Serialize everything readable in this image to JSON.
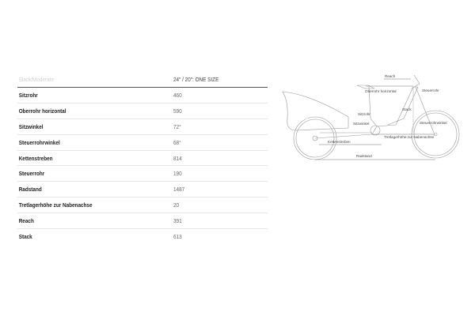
{
  "table": {
    "header": {
      "label": "Slack/Moderate",
      "value": "24\" / 20\": ONE SIZE"
    },
    "rows": [
      {
        "label": "Sitzrohr",
        "value": "460"
      },
      {
        "label": "Oberrohr horizontal",
        "value": "590"
      },
      {
        "label": "Sitzwinkel",
        "value": "72°"
      },
      {
        "label": "Steuerrohrwinkel",
        "value": "68°"
      },
      {
        "label": "Kettenstreben",
        "value": "814"
      },
      {
        "label": "Steuerrohr",
        "value": "190"
      },
      {
        "label": "Radstand",
        "value": "1487"
      },
      {
        "label": "Tretlagerhöhe zur Nabenachse",
        "value": "20"
      },
      {
        "label": "Reach",
        "value": "391"
      },
      {
        "label": "Stack",
        "value": "613"
      }
    ]
  },
  "diagram": {
    "labels": {
      "reach": "Reach",
      "oberrohr": "Oberrohr horizontal",
      "steuerrohr": "Steuerrohr",
      "stack": "Stack",
      "sitzrohr": "Sitzrohr",
      "sitzwinkel": "Sitzwinkel",
      "steuerrohrwinkel": "Steuerrohrwinkel",
      "tretlager": "Tretlagerhöhe zur Nabenachse",
      "kettenstreben": "Kettenstreben",
      "radstand": "Radstand"
    }
  }
}
